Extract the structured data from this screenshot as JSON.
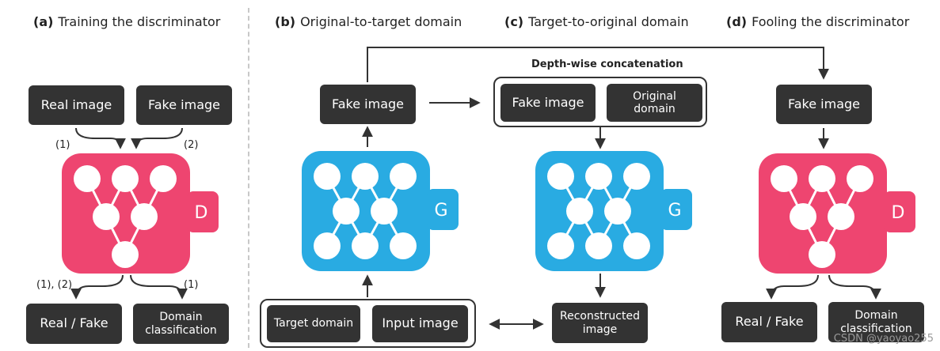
{
  "panels": {
    "a": {
      "letter": "(a)",
      "title": "Training the discriminator"
    },
    "b": {
      "letter": "(b)",
      "title": "Original-to-target domain"
    },
    "c": {
      "letter": "(c)",
      "title": "Target-to-original domain"
    },
    "d": {
      "letter": "(d)",
      "title": "Fooling the discriminator"
    }
  },
  "panel_a": {
    "real_image": "Real image",
    "fake_image": "Fake image",
    "label_1": "(1)",
    "label_2": "(2)",
    "net_letter": "D",
    "label_out_left": "(1), (2)",
    "label_out_right": "(1)",
    "real_fake": "Real / Fake",
    "domain_classification": "Domain classification"
  },
  "panel_b": {
    "fake_image": "Fake image",
    "net_letter": "G",
    "target_domain": "Target domain",
    "input_image": "Input image"
  },
  "panel_c": {
    "concat_label": "Depth-wise concatenation",
    "fake_image": "Fake image",
    "original_domain": "Original domain",
    "net_letter": "G",
    "reconstructed_image": "Reconstructed image"
  },
  "panel_d": {
    "fake_image": "Fake image",
    "net_letter": "D",
    "real_fake": "Real / Fake",
    "domain_classification": "Domain classification"
  },
  "watermark": "CSDN @yaoyao255",
  "colors": {
    "discriminator": "#ee4570",
    "generator": "#29abe2",
    "box": "#333333",
    "node": "#ffffff"
  }
}
